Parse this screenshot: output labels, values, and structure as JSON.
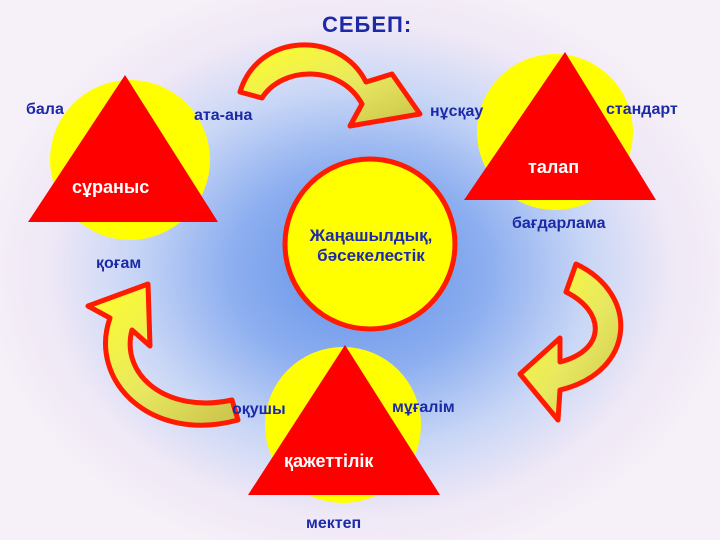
{
  "title": "СЕБЕП:",
  "center": {
    "line1": "Жаңашылдық,",
    "line2": "бәсекелестік"
  },
  "nodes": {
    "left": {
      "label": "сұраныс",
      "tags": [
        "бала",
        "ата-ана",
        "қоғам"
      ]
    },
    "right": {
      "label": "талап",
      "tags": [
        "нұсқау",
        "стандарт",
        "бағдарлама"
      ]
    },
    "bottom": {
      "label": "қажеттілік",
      "tags": [
        "оқушы",
        "мұғалім",
        "мектеп"
      ]
    }
  },
  "colors": {
    "triangle": "#ff0000",
    "circle": "#ffff00",
    "circle_border": "#ff1a00",
    "text": "#1d2aa8",
    "arrow_fill": "#e8e060",
    "arrow_border": "#ff1a00"
  }
}
